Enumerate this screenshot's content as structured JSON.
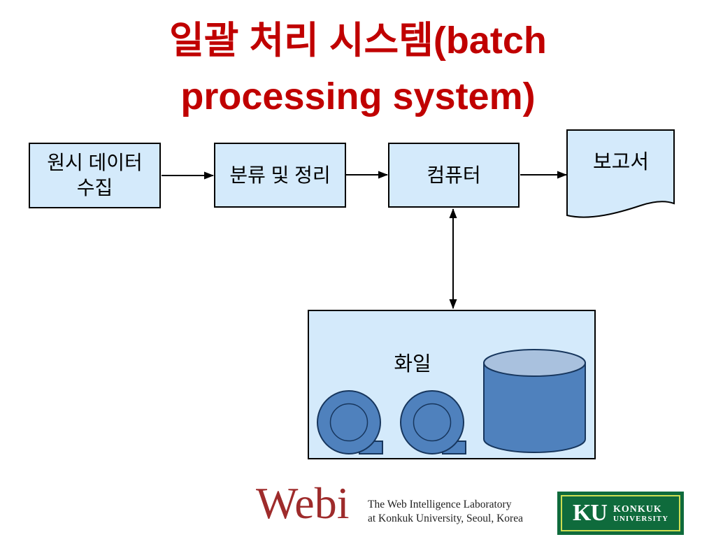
{
  "slide": {
    "title": "일괄 처리 시스템(batch processing system)",
    "title_line1": "일괄 처리 시스템(batch",
    "title_line2": "processing system)"
  },
  "diagram": {
    "boxes": [
      {
        "label": "원시 데이터 수집"
      },
      {
        "label": "분류 및 정리"
      },
      {
        "label": "컴퓨터"
      }
    ],
    "document_label": "보고서",
    "file_box_label": "화일",
    "icons": {
      "tape_reel": "tape-reel-icon",
      "database": "database-cylinder-icon"
    }
  },
  "footer": {
    "webi_wordmark": "Webi",
    "lab_line1": "The Web Intelligence Laboratory",
    "lab_line2": "at Konkuk University, Seoul, Korea",
    "ku_initials": "KU",
    "ku_line1": "KONKUK",
    "ku_line2": "UNIVERSITY"
  },
  "colors": {
    "title_red": "#c00000",
    "box_fill": "#d4eafb",
    "box_border": "#000000",
    "shape_blue": "#4f81bd",
    "shape_outline": "#17365d",
    "cylinder_top": "#a9c1de",
    "webi_red": "#9e2b2b",
    "lab_text": "#1f1f1f",
    "ku_green": "#0f6b3c",
    "ku_border": "#cede52"
  }
}
